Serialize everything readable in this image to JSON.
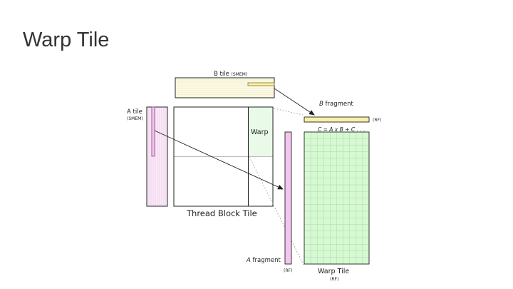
{
  "slide": {
    "title": "Warp Tile"
  },
  "diagram": {
    "b_tile": {
      "label": "B tile",
      "storage": "(SMEM)"
    },
    "a_tile": {
      "label": "A tile",
      "storage": "(SMEM)"
    },
    "thread_block_tile": {
      "label": "Thread Block Tile"
    },
    "warp": {
      "label": "Warp"
    },
    "b_fragment": {
      "label_var": "B",
      "label_rest": " fragment",
      "storage": "(RF)"
    },
    "a_fragment": {
      "label_var": "A",
      "label_rest": " fragment",
      "storage": "(RF)"
    },
    "equation": {
      "text": "C = A x B + C . . ."
    },
    "warp_tile": {
      "label": "Warp Tile",
      "storage": "(RF)"
    },
    "colors": {
      "b_tile_fill": "#fdfbe8",
      "b_fragment_fill": "#f8f0a8",
      "a_tile_fill": "#fbeaf8",
      "a_fragment_fill": "#f3c6ee",
      "warp_fill": "#e9fbe8",
      "warp_tile_fill": "#d6f8d2",
      "warp_tile_grid": "#a9dca4",
      "outline": "#222222"
    }
  }
}
